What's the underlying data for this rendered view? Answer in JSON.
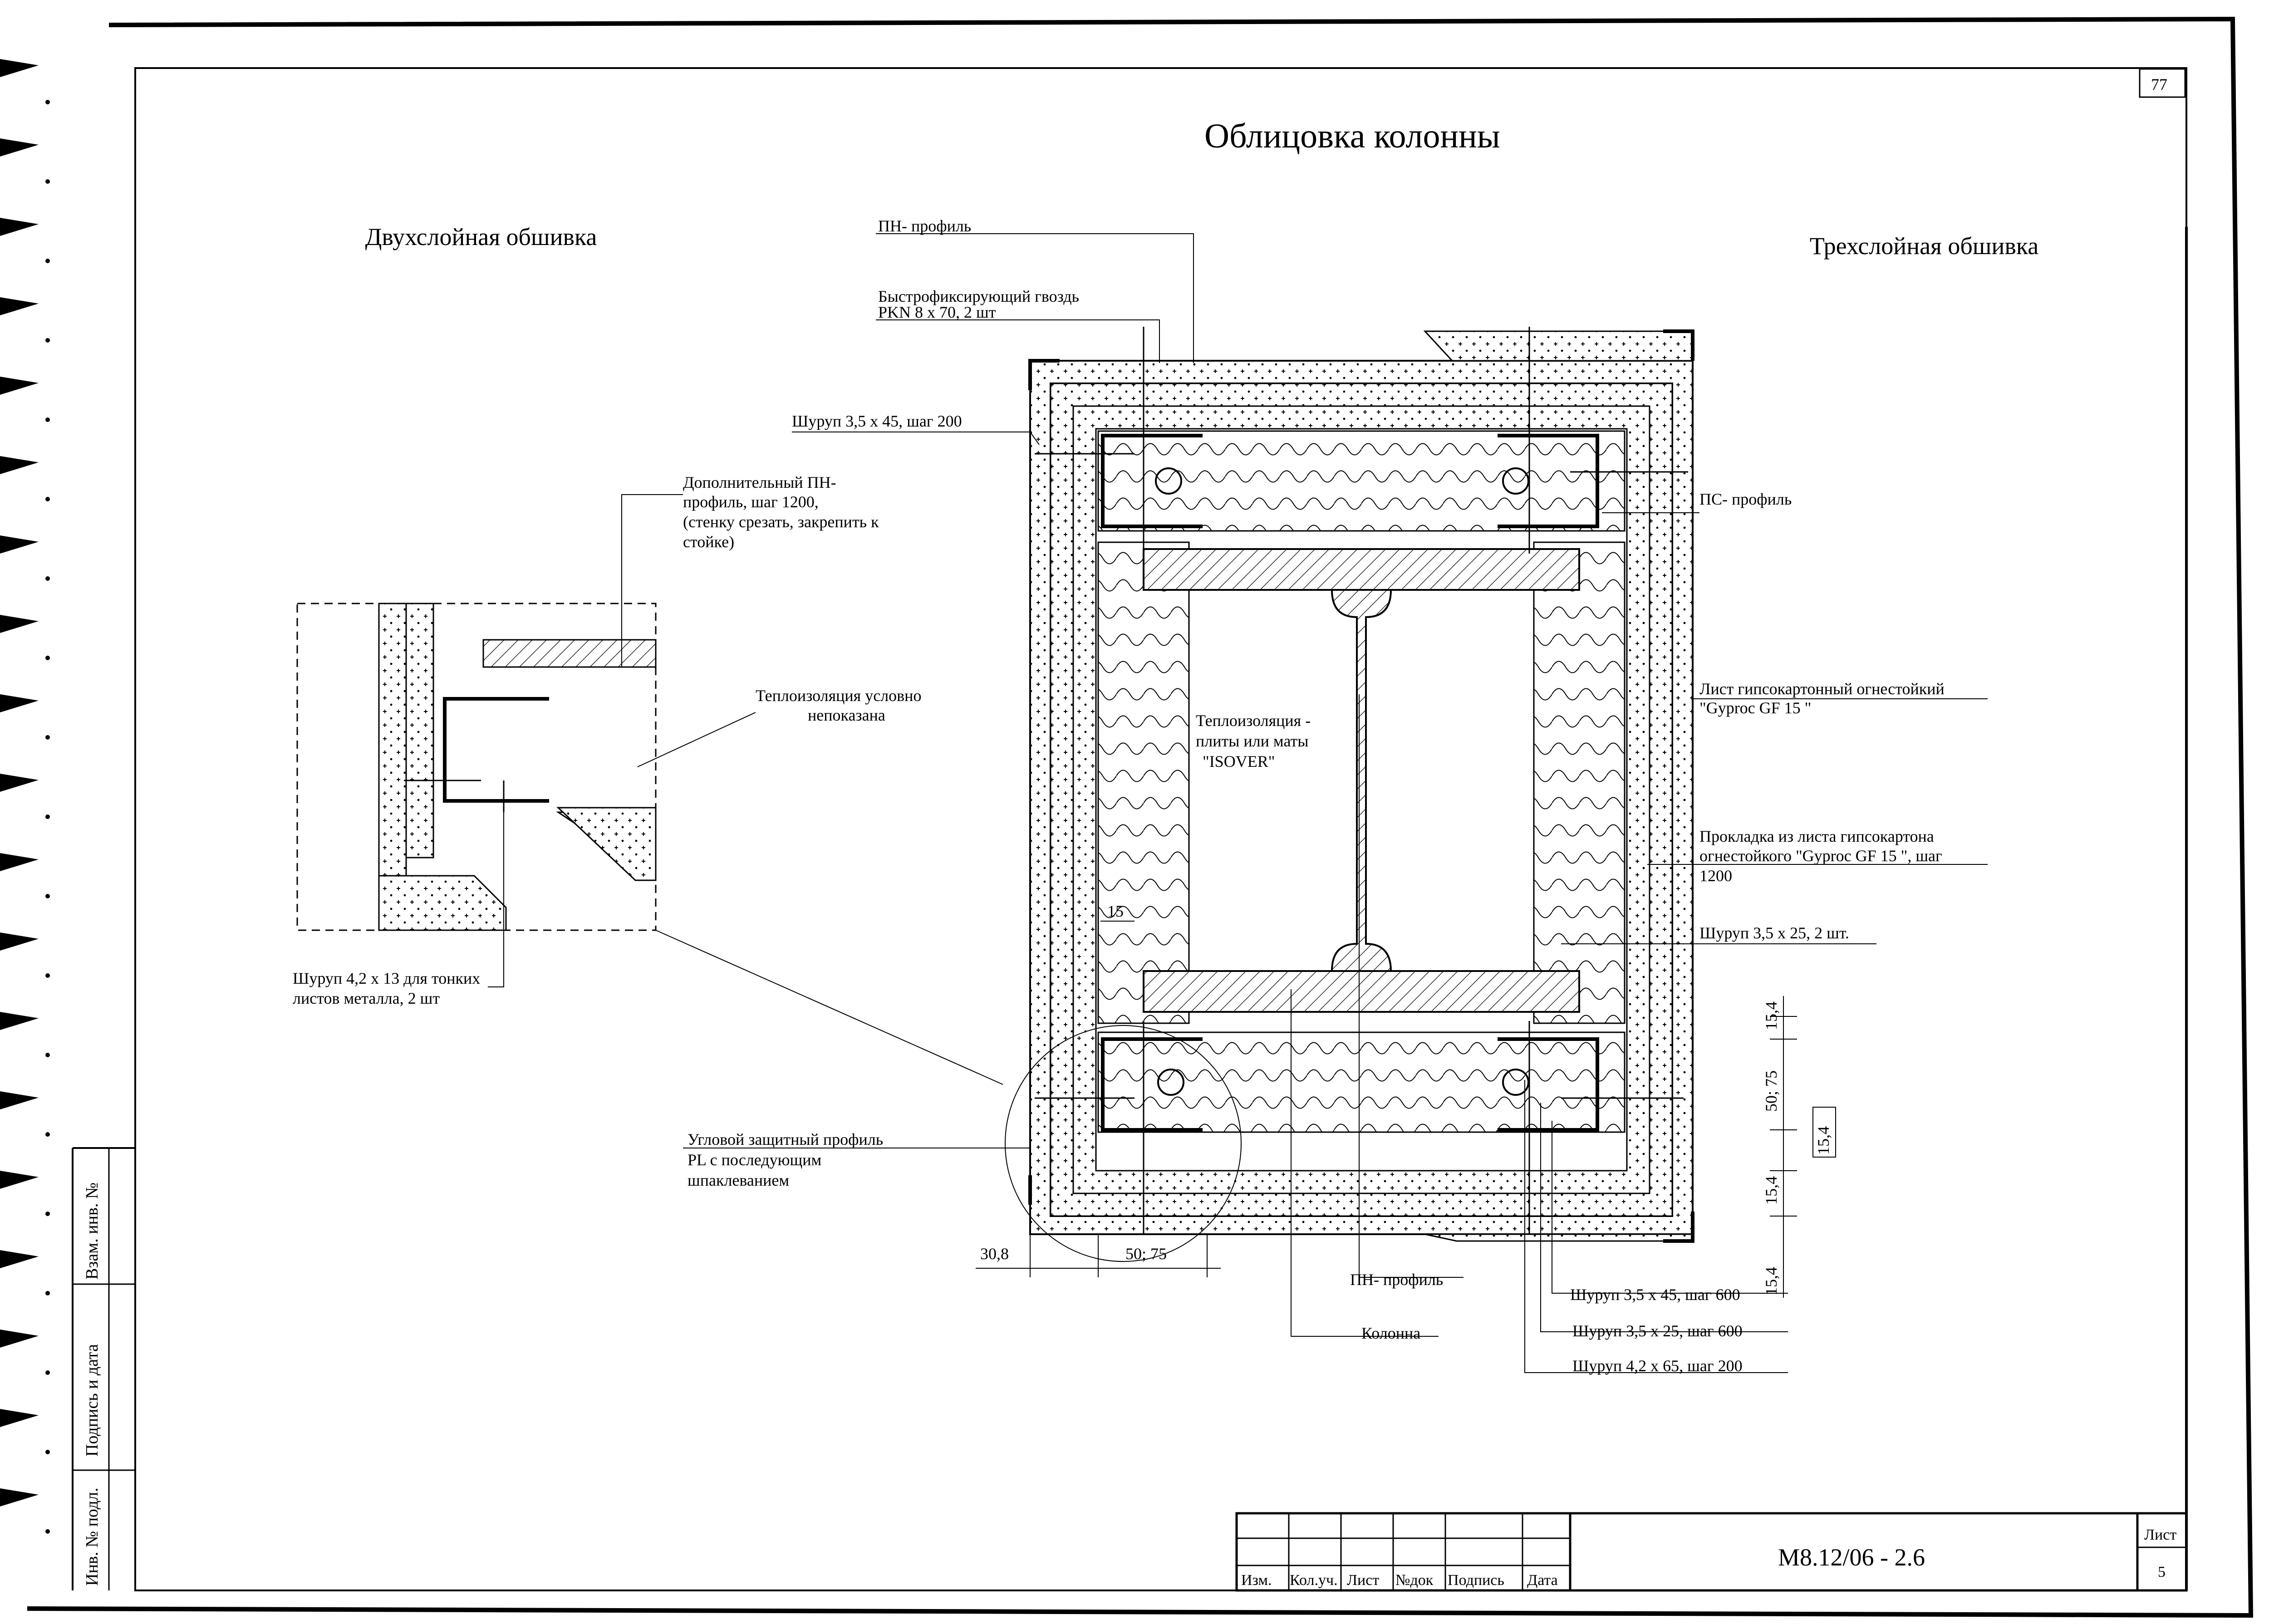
{
  "page_number": "77",
  "title": "Облицовка колонны",
  "left_heading": "Двухслойная обшивка",
  "right_heading": "Трехслойная обшивка",
  "labels": {
    "pn_profile_top": "ПН- профиль",
    "nail_line1": "Быстрофиксирующий гвоздь",
    "nail_line2": "PKN 8 x 70, 2 шт",
    "screw_35x45_top": "Шуруп 3,5 х 45, шаг 200",
    "extra_pn_1": "Дополнительный ПН-",
    "extra_pn_2": "профиль, шаг 1200,",
    "extra_pn_3": "(стенку срезать, закрепить к",
    "extra_pn_4": "стойке)",
    "insul_not_shown_1": "Теплоизоляция условно",
    "insul_not_shown_2": "непоказана",
    "insul_1": "Теплоизоляция -",
    "insul_2": "плиты или маты",
    "insul_3": "\"ISOVER\"",
    "ps_profile": "ПС- профиль",
    "sheet_1": "Лист гипсокартонный огнестойкий",
    "sheet_2": "\"Gyproc GF 15 \"",
    "pad_1": "Прокладка из листа гипсокартона",
    "pad_2": "огнестойкого \"Gyproc GF 15 \", шаг",
    "pad_3": "1200",
    "screw_35x25_2": "Шуруп 3,5 х 25, 2 шт.",
    "screw_42x13_1": "Шуруп 4,2 х 13 для тонких",
    "screw_42x13_2": "листов металла, 2 шт",
    "corner_1": "Угловой защитный профиль",
    "corner_2": "PL с последующим",
    "corner_3": "шпаклеванием",
    "pn_profile_bottom": "ПН- профиль",
    "column": "Колонна",
    "screw_35x45_600": "Шуруп 3,5 х 45, шаг 600",
    "screw_35x25_600": "Шуруп 3,5 х 25, шаг 600",
    "screw_42x65_200": "Шуруп 4,2 х 65, шаг 200"
  },
  "dimensions": {
    "d15": "15",
    "d30_8": "30,8",
    "d50_75_bottom": "50; 75",
    "d15_4_a": "15,4",
    "d50_75_side": "50; 75",
    "d15_4_b": "15,4",
    "d15_4_c": "15,4",
    "d15_4_d": "15,4"
  },
  "side_stamp": {
    "vzam": "Взам. инв. №",
    "podpis": "Подпись и дата",
    "inv": "Инв. № подл."
  },
  "title_block": {
    "headers": [
      "Изм.",
      "Кол.уч.",
      "Лист",
      "№док",
      "Подпись",
      "Дата"
    ],
    "code": "М8.12/06 - 2.6",
    "sheet_label": "Лист",
    "sheet_number": "5"
  }
}
